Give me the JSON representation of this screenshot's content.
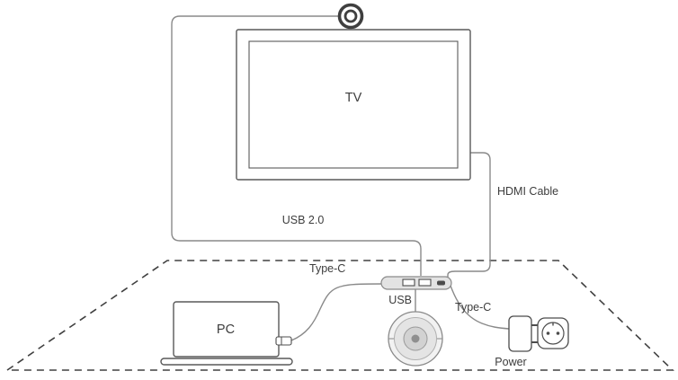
{
  "diagram": {
    "title_hint": "conference-kit-connection-diagram",
    "colors": {
      "line": "#8a8a8a",
      "stroke_dark": "#595959",
      "dash": "#404040",
      "text": "#3d3d3d"
    },
    "devices": {
      "camera": {
        "icon": "webcam-icon"
      },
      "tv": {
        "label": "TV"
      },
      "laptop": {
        "label": "PC"
      },
      "speakerphone": {
        "icon": "speakerphone-icon"
      },
      "hub": {
        "icon": "usb-hub-icon"
      },
      "power": {
        "label": "Power",
        "icon": "power-adapter-and-outlet-icon"
      }
    },
    "cables": {
      "usb2": {
        "label": "USB 2.0"
      },
      "hdmi": {
        "label": "HDMI Cable"
      },
      "typec_pc": {
        "label": "Type-C"
      },
      "usb_speaker": {
        "label": "USB"
      },
      "typec_power": {
        "label": "Type-C"
      }
    }
  }
}
